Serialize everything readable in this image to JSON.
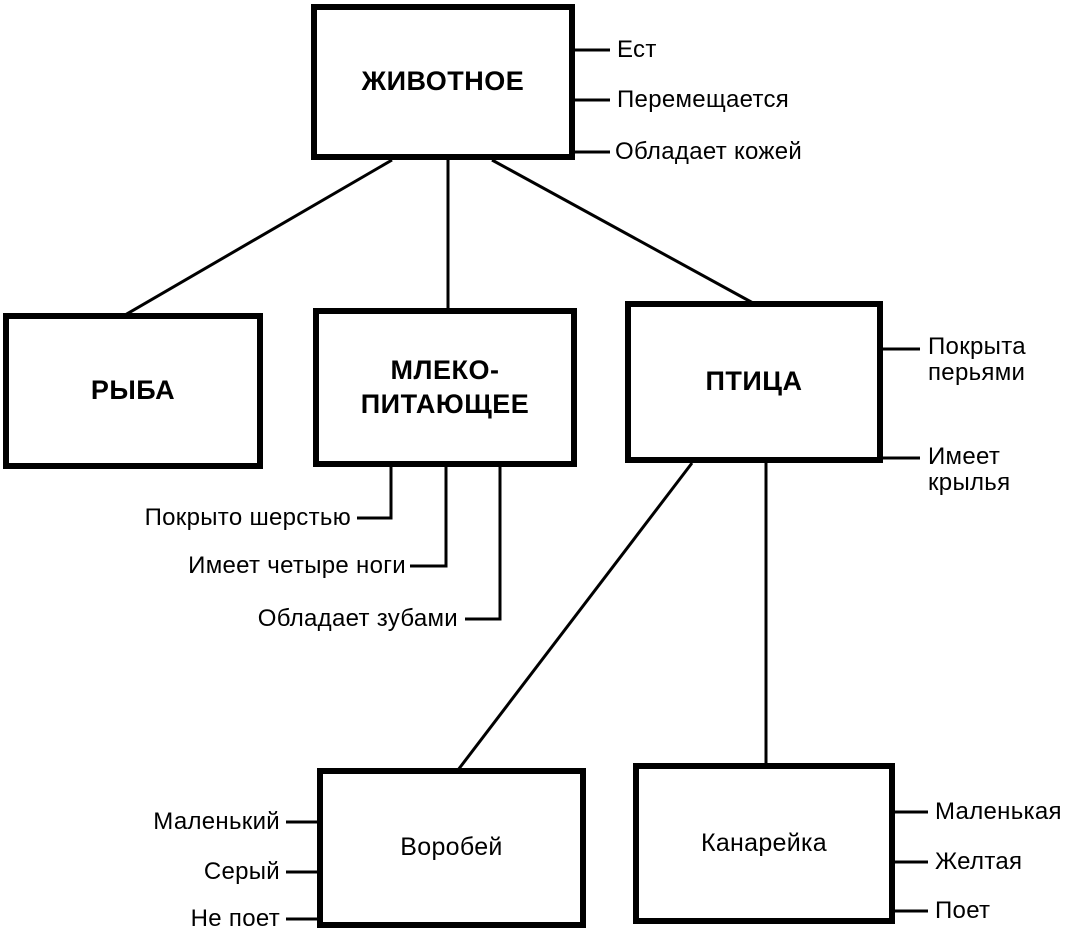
{
  "nodes": {
    "animal": "ЖИВОТНОЕ",
    "fish": "РЫБА",
    "mammal": "МЛЕКО-\nПИТАЮЩЕЕ",
    "bird": "ПТИЦА",
    "sparrow": "Воробей",
    "canary": "Канарейка"
  },
  "properties": {
    "animal": [
      "Ест",
      "Перемещается",
      "Обладает кожей"
    ],
    "mammal": [
      "Покрыто шерстью",
      "Имеет четыре ноги",
      "Обладает зубами"
    ],
    "bird": [
      "Покрыта\nперьями",
      "Имеет\nкрылья"
    ],
    "sparrow": [
      "Маленький",
      "Серый",
      "Не поет"
    ],
    "canary": [
      "Маленькая",
      "Желтая",
      "Поет"
    ]
  },
  "colors": {
    "ink": "#000000",
    "paper": "#ffffff"
  }
}
